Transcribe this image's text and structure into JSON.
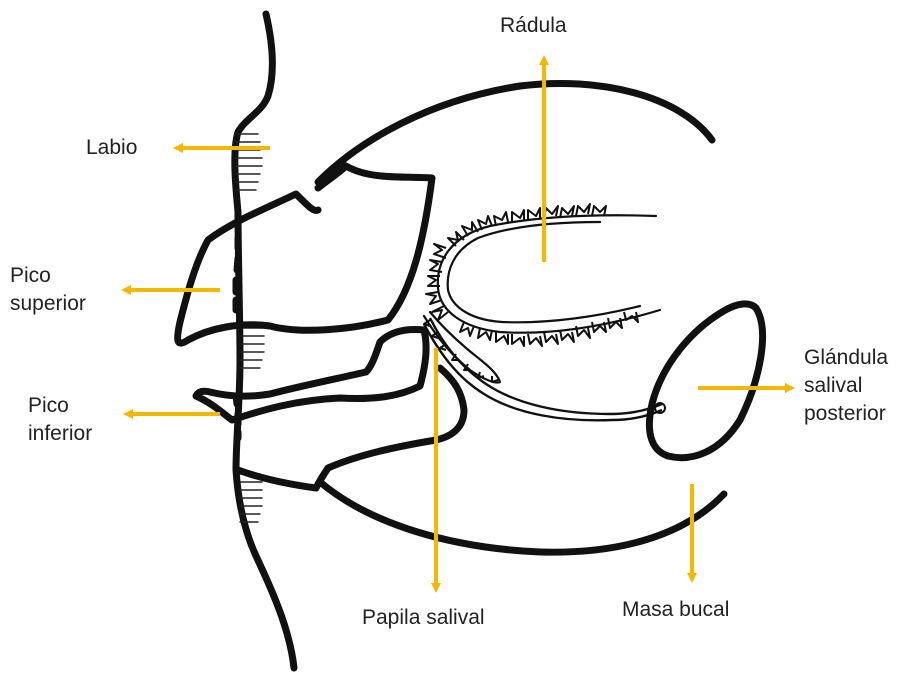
{
  "labels": {
    "radula": "Rádula",
    "labio": "Labio",
    "pico_superior": [
      "Pico",
      "superior"
    ],
    "pico_inferior": [
      "Pico",
      "inferior"
    ],
    "glandula": [
      "Glándula",
      "salival",
      "posterior"
    ],
    "papila": "Papila salival",
    "masa_bucal": "Masa bucal"
  },
  "colors": {
    "outline": "#111111",
    "arrow": "#f5b800",
    "text": "#222222",
    "background": "#ffffff"
  }
}
